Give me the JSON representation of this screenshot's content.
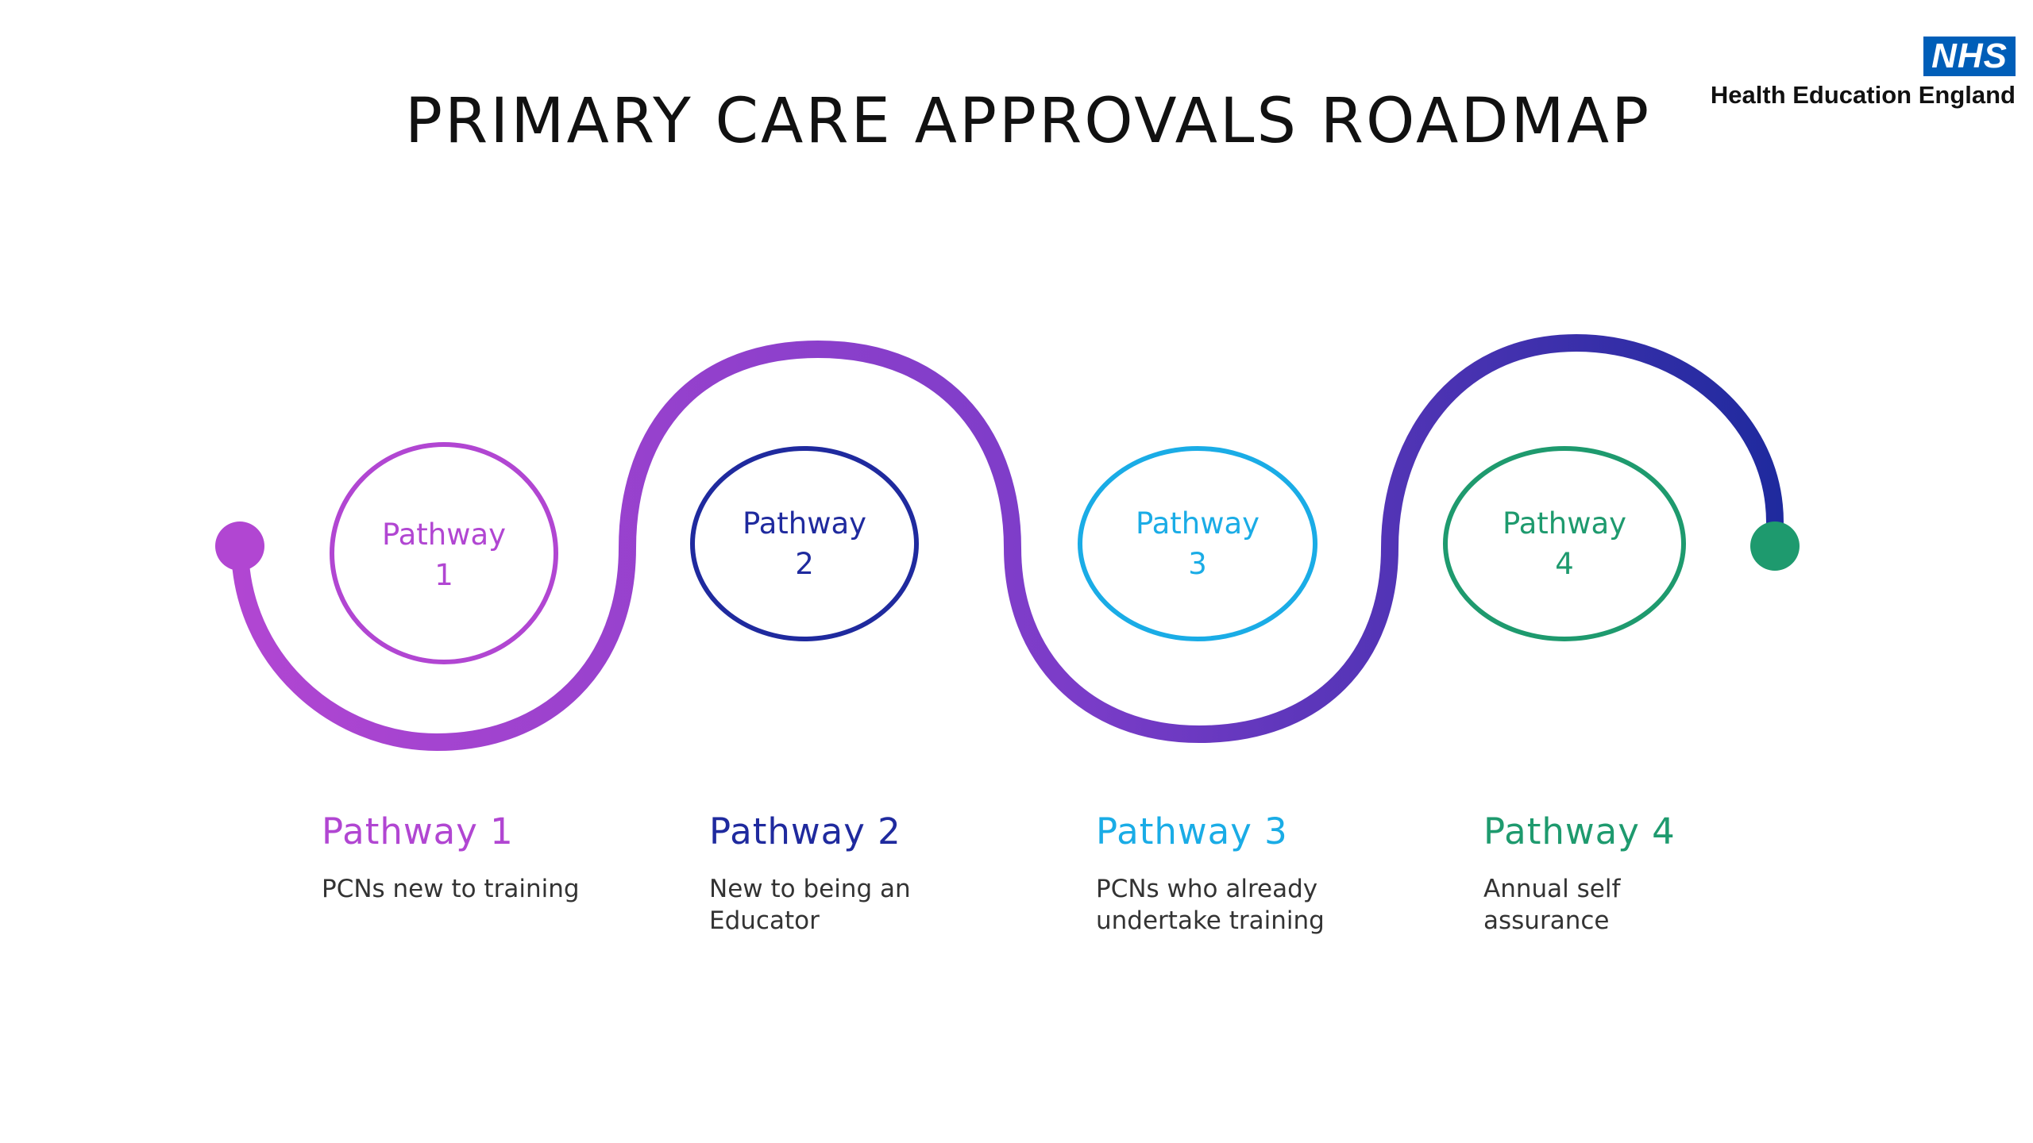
{
  "title": "PRIMARY CARE APPROVALS ROADMAP",
  "logo": {
    "badge": "NHS",
    "text": "Health Education England",
    "color": "#005EB8"
  },
  "pathways": [
    {
      "circle_line1": "Pathway",
      "circle_line2": "1",
      "heading": "Pathway 1",
      "description": "PCNs new to training",
      "color": "#B146D2"
    },
    {
      "circle_line1": "Pathway",
      "circle_line2": "2",
      "heading": "Pathway 2",
      "description": "New to being an Educator",
      "color": "#1F2A9E"
    },
    {
      "circle_line1": "Pathway",
      "circle_line2": "3",
      "heading": "Pathway 3",
      "description": "PCNs who already undertake training",
      "color": "#1AACE6"
    },
    {
      "circle_line1": "Pathway",
      "circle_line2": "4",
      "heading": "Pathway 4",
      "description": "Annual self assurance",
      "color": "#1E9A6E"
    }
  ],
  "road_colors": {
    "start": "#B146D2",
    "middle": "#7A3CC8",
    "end": "#1F2A9E",
    "start_dot": "#B146D2",
    "end_dot": "#1E9A6E"
  }
}
